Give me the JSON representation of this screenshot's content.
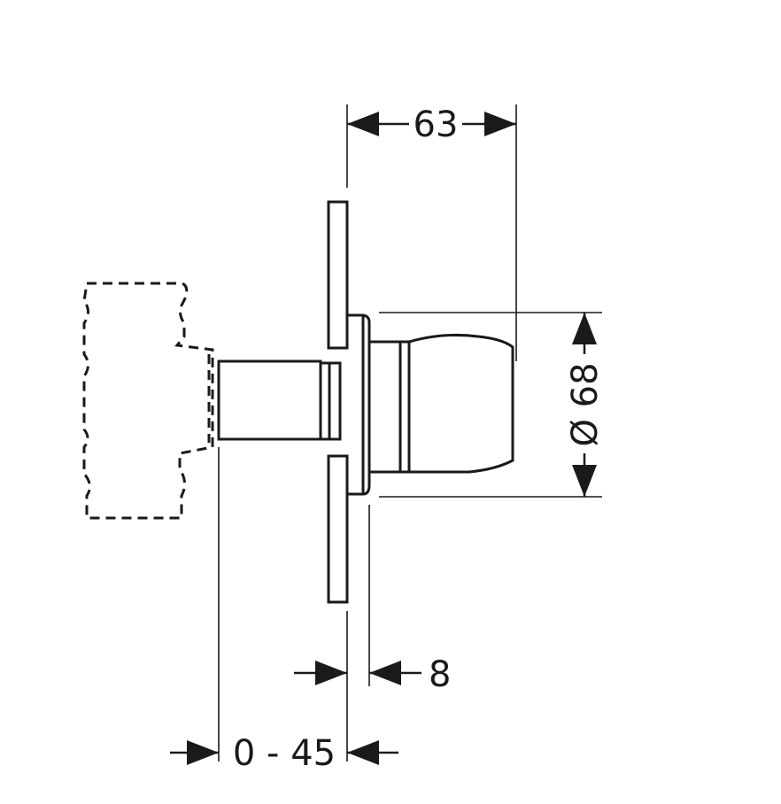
{
  "dimensions": {
    "width_top": "63",
    "diameter": "Ø 68",
    "plate_offset": "8",
    "wall_range": "0 - 45"
  }
}
